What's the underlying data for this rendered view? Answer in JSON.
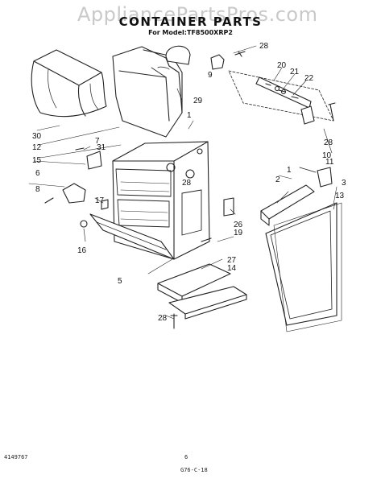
{
  "header": {
    "watermark": "AppliancePartsPros.com",
    "title": "CONTAINER PARTS",
    "subtitle": "For Model:TF8500XRP2"
  },
  "callouts": [
    "1",
    "1",
    "2",
    "3",
    "5",
    "6",
    "7",
    "8",
    "9",
    "10",
    "11",
    "12",
    "13",
    "14",
    "15",
    "16",
    "17",
    "19",
    "20",
    "21",
    "22",
    "26",
    "27",
    "28",
    "28",
    "28",
    "28",
    "29",
    "30",
    "31"
  ],
  "footer": {
    "left_code": "4149767",
    "page_number": "6",
    "bottom_code": "G76-C-18"
  }
}
